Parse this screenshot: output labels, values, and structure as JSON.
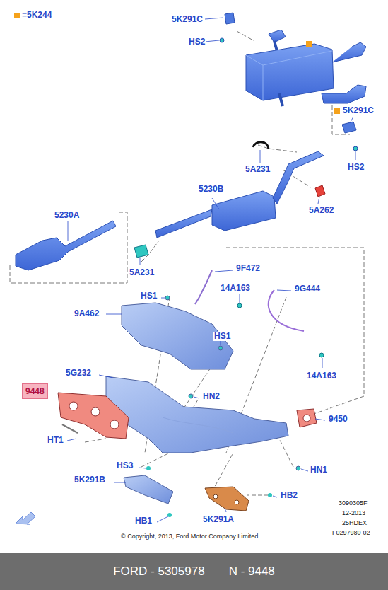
{
  "diagram": {
    "nodes": [
      {
        "text": [
          "9448"
        ]
      },
      {
        "text": [
          "FORD - 5305978",
          "N - 9448"
        ]
      }
    ],
    "labels": [
      "5K291C",
      "HS2",
      "5K291C",
      "HS2",
      "5A231",
      "5230B",
      "5A262",
      "5230A",
      "5A231",
      "9F472",
      "HS1",
      "14A163",
      "9G444",
      "9A462",
      "HS1",
      "14A163",
      "5G232",
      "HN2",
      "9450",
      "HT1",
      "HN1",
      "HS3",
      "5K291B",
      "HB2",
      "HB1",
      "5K291A",
      "3090305F",
      "12-2013",
      "25HDEX",
      "F0297980-02",
      "© Copyright, 2013, Ford Motor Company Limited"
    ],
    "legend": [
      {
        "text": "=5K244",
        "color": "#f5a21b"
      }
    ]
  }
}
